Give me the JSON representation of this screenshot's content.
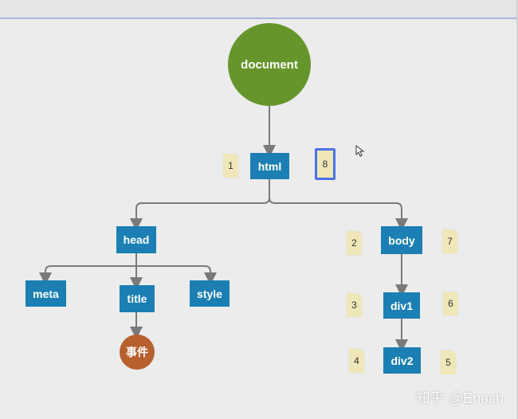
{
  "nodes": {
    "document": "document",
    "html": "html",
    "head": "head",
    "body": "body",
    "meta": "meta",
    "title": "title",
    "style": "style",
    "div1": "div1",
    "div2": "div2",
    "event": "事件"
  },
  "order_labels": {
    "html_left": "1",
    "html_right": "8",
    "body_left": "2",
    "body_right": "7",
    "div1_left": "3",
    "div1_right": "6",
    "div2_left": "4",
    "div2_right": "5"
  },
  "watermark": "知乎 @Enoch",
  "colors": {
    "node_blue": "#1b7fb3",
    "document_green": "#66962b",
    "event_orange": "#b7602e",
    "note_yellow": "#efe7b8",
    "selection_blue": "#4c72e8"
  }
}
